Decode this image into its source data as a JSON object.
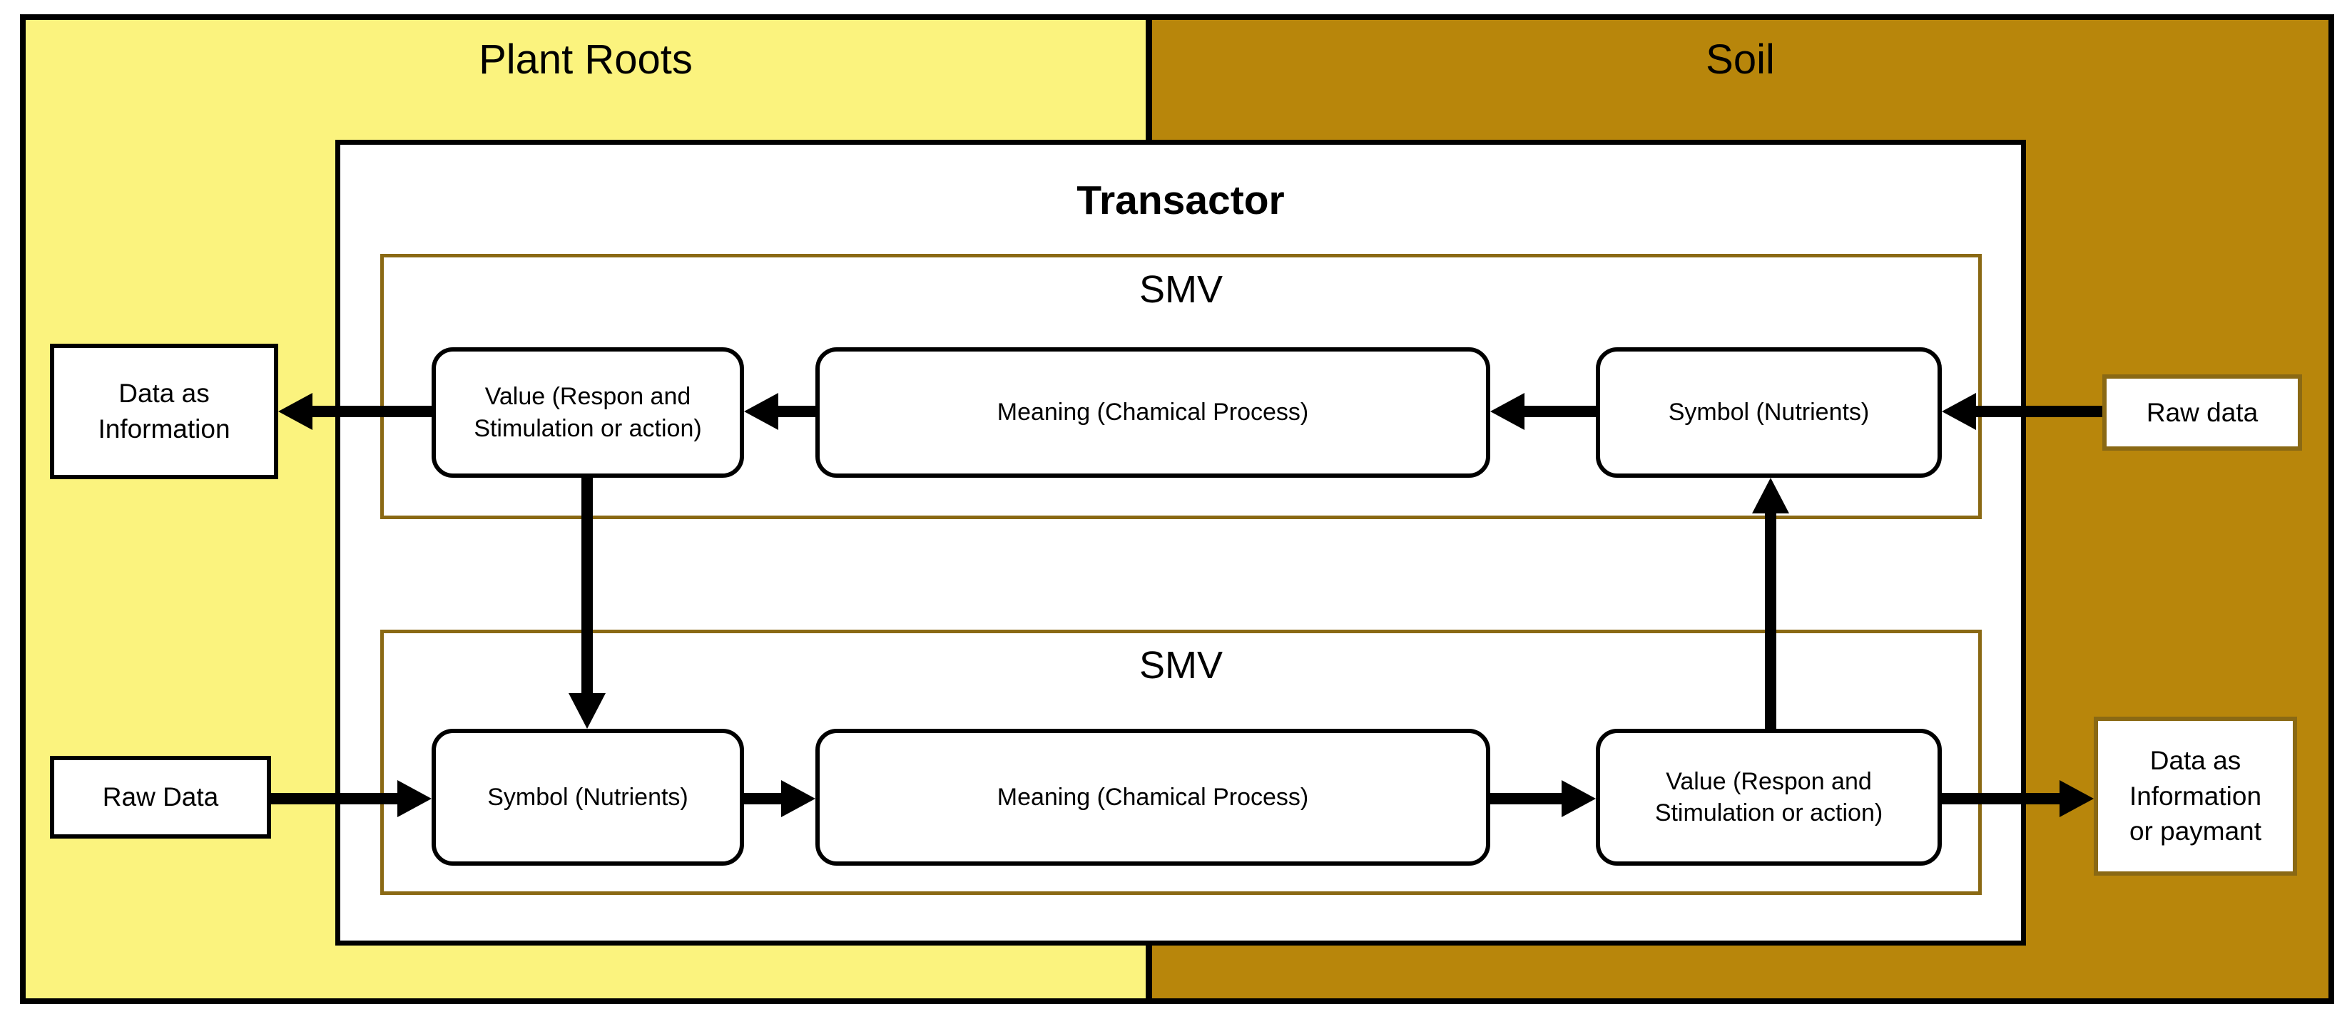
{
  "regions": {
    "plant_roots": {
      "label": "Plant Roots",
      "bg_color": "#FBF37E"
    },
    "soil": {
      "label": "Soil",
      "bg_color": "#B8860B"
    }
  },
  "transactor": {
    "title": "Transactor"
  },
  "smv": {
    "top": {
      "label": "SMV"
    },
    "bottom": {
      "label": "SMV"
    },
    "border_color": "#8A6914"
  },
  "nodes": {
    "value_top": "Value (Respon and\nStimulation or action)",
    "meaning_top": "Meaning (Chamical Process)",
    "symbol_top": "Symbol (Nutrients)",
    "symbol_bottom": "Symbol (Nutrients)",
    "meaning_bottom": "Meaning (Chamical Process)",
    "value_bottom": "Value (Respon and\nStimulation or action)"
  },
  "io_boxes": {
    "data_as_information_left": "Data as\nInformation",
    "raw_data_left": "Raw Data",
    "raw_data_right": "Raw data",
    "data_as_information_or_paymant_right": "Data as\nInformation\nor paymant"
  },
  "edges": [
    {
      "from": "raw_data_right",
      "to": "symbol_top",
      "direction": "left"
    },
    {
      "from": "symbol_top",
      "to": "meaning_top",
      "direction": "left"
    },
    {
      "from": "meaning_top",
      "to": "value_top",
      "direction": "left"
    },
    {
      "from": "value_top",
      "to": "data_as_information_left",
      "direction": "left"
    },
    {
      "from": "value_top",
      "to": "symbol_bottom",
      "direction": "down"
    },
    {
      "from": "raw_data_left",
      "to": "symbol_bottom",
      "direction": "right"
    },
    {
      "from": "symbol_bottom",
      "to": "meaning_bottom",
      "direction": "right"
    },
    {
      "from": "meaning_bottom",
      "to": "value_bottom",
      "direction": "right"
    },
    {
      "from": "value_bottom",
      "to": "symbol_top",
      "direction": "up"
    },
    {
      "from": "value_bottom",
      "to": "data_as_information_or_paymant_right",
      "direction": "right"
    }
  ]
}
